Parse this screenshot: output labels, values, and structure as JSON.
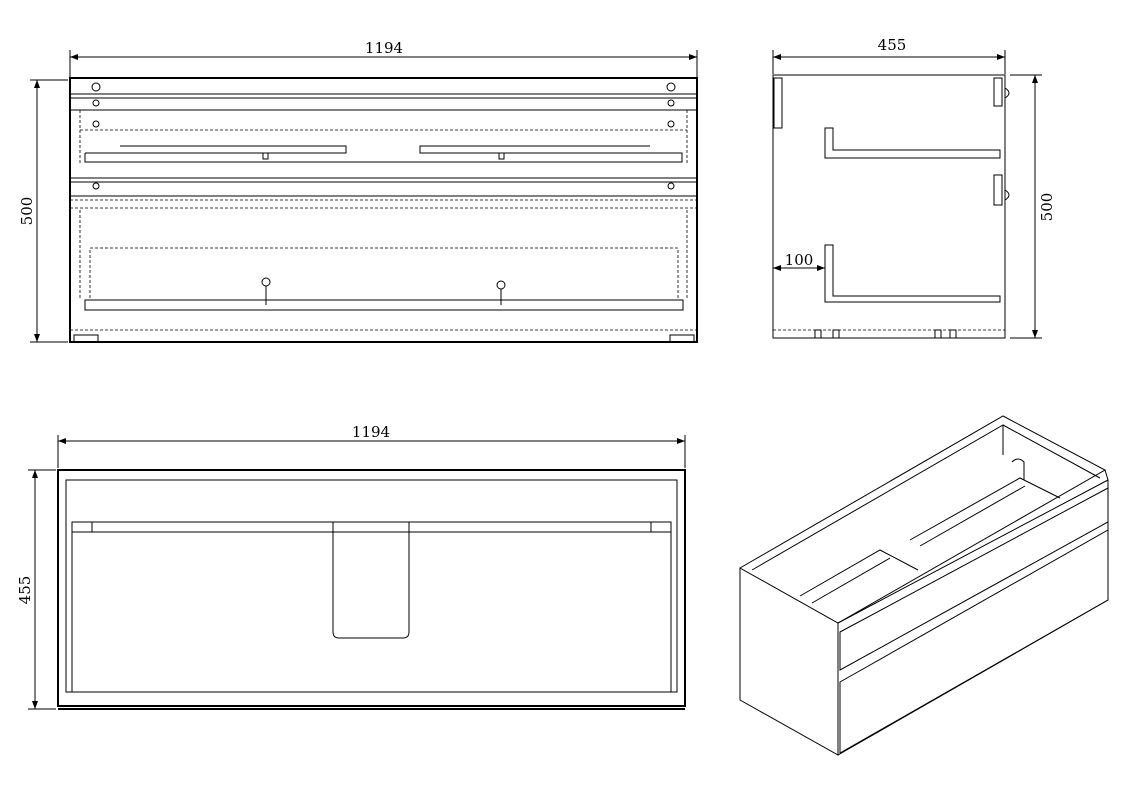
{
  "front_view": {
    "width_label": "1194",
    "height_label": "500"
  },
  "side_view": {
    "depth_label": "455",
    "height_label": "500",
    "offset_label": "100"
  },
  "top_view": {
    "width_label": "1194",
    "depth_label": "455"
  },
  "colors": {
    "line": "#000000",
    "background": "#ffffff"
  }
}
